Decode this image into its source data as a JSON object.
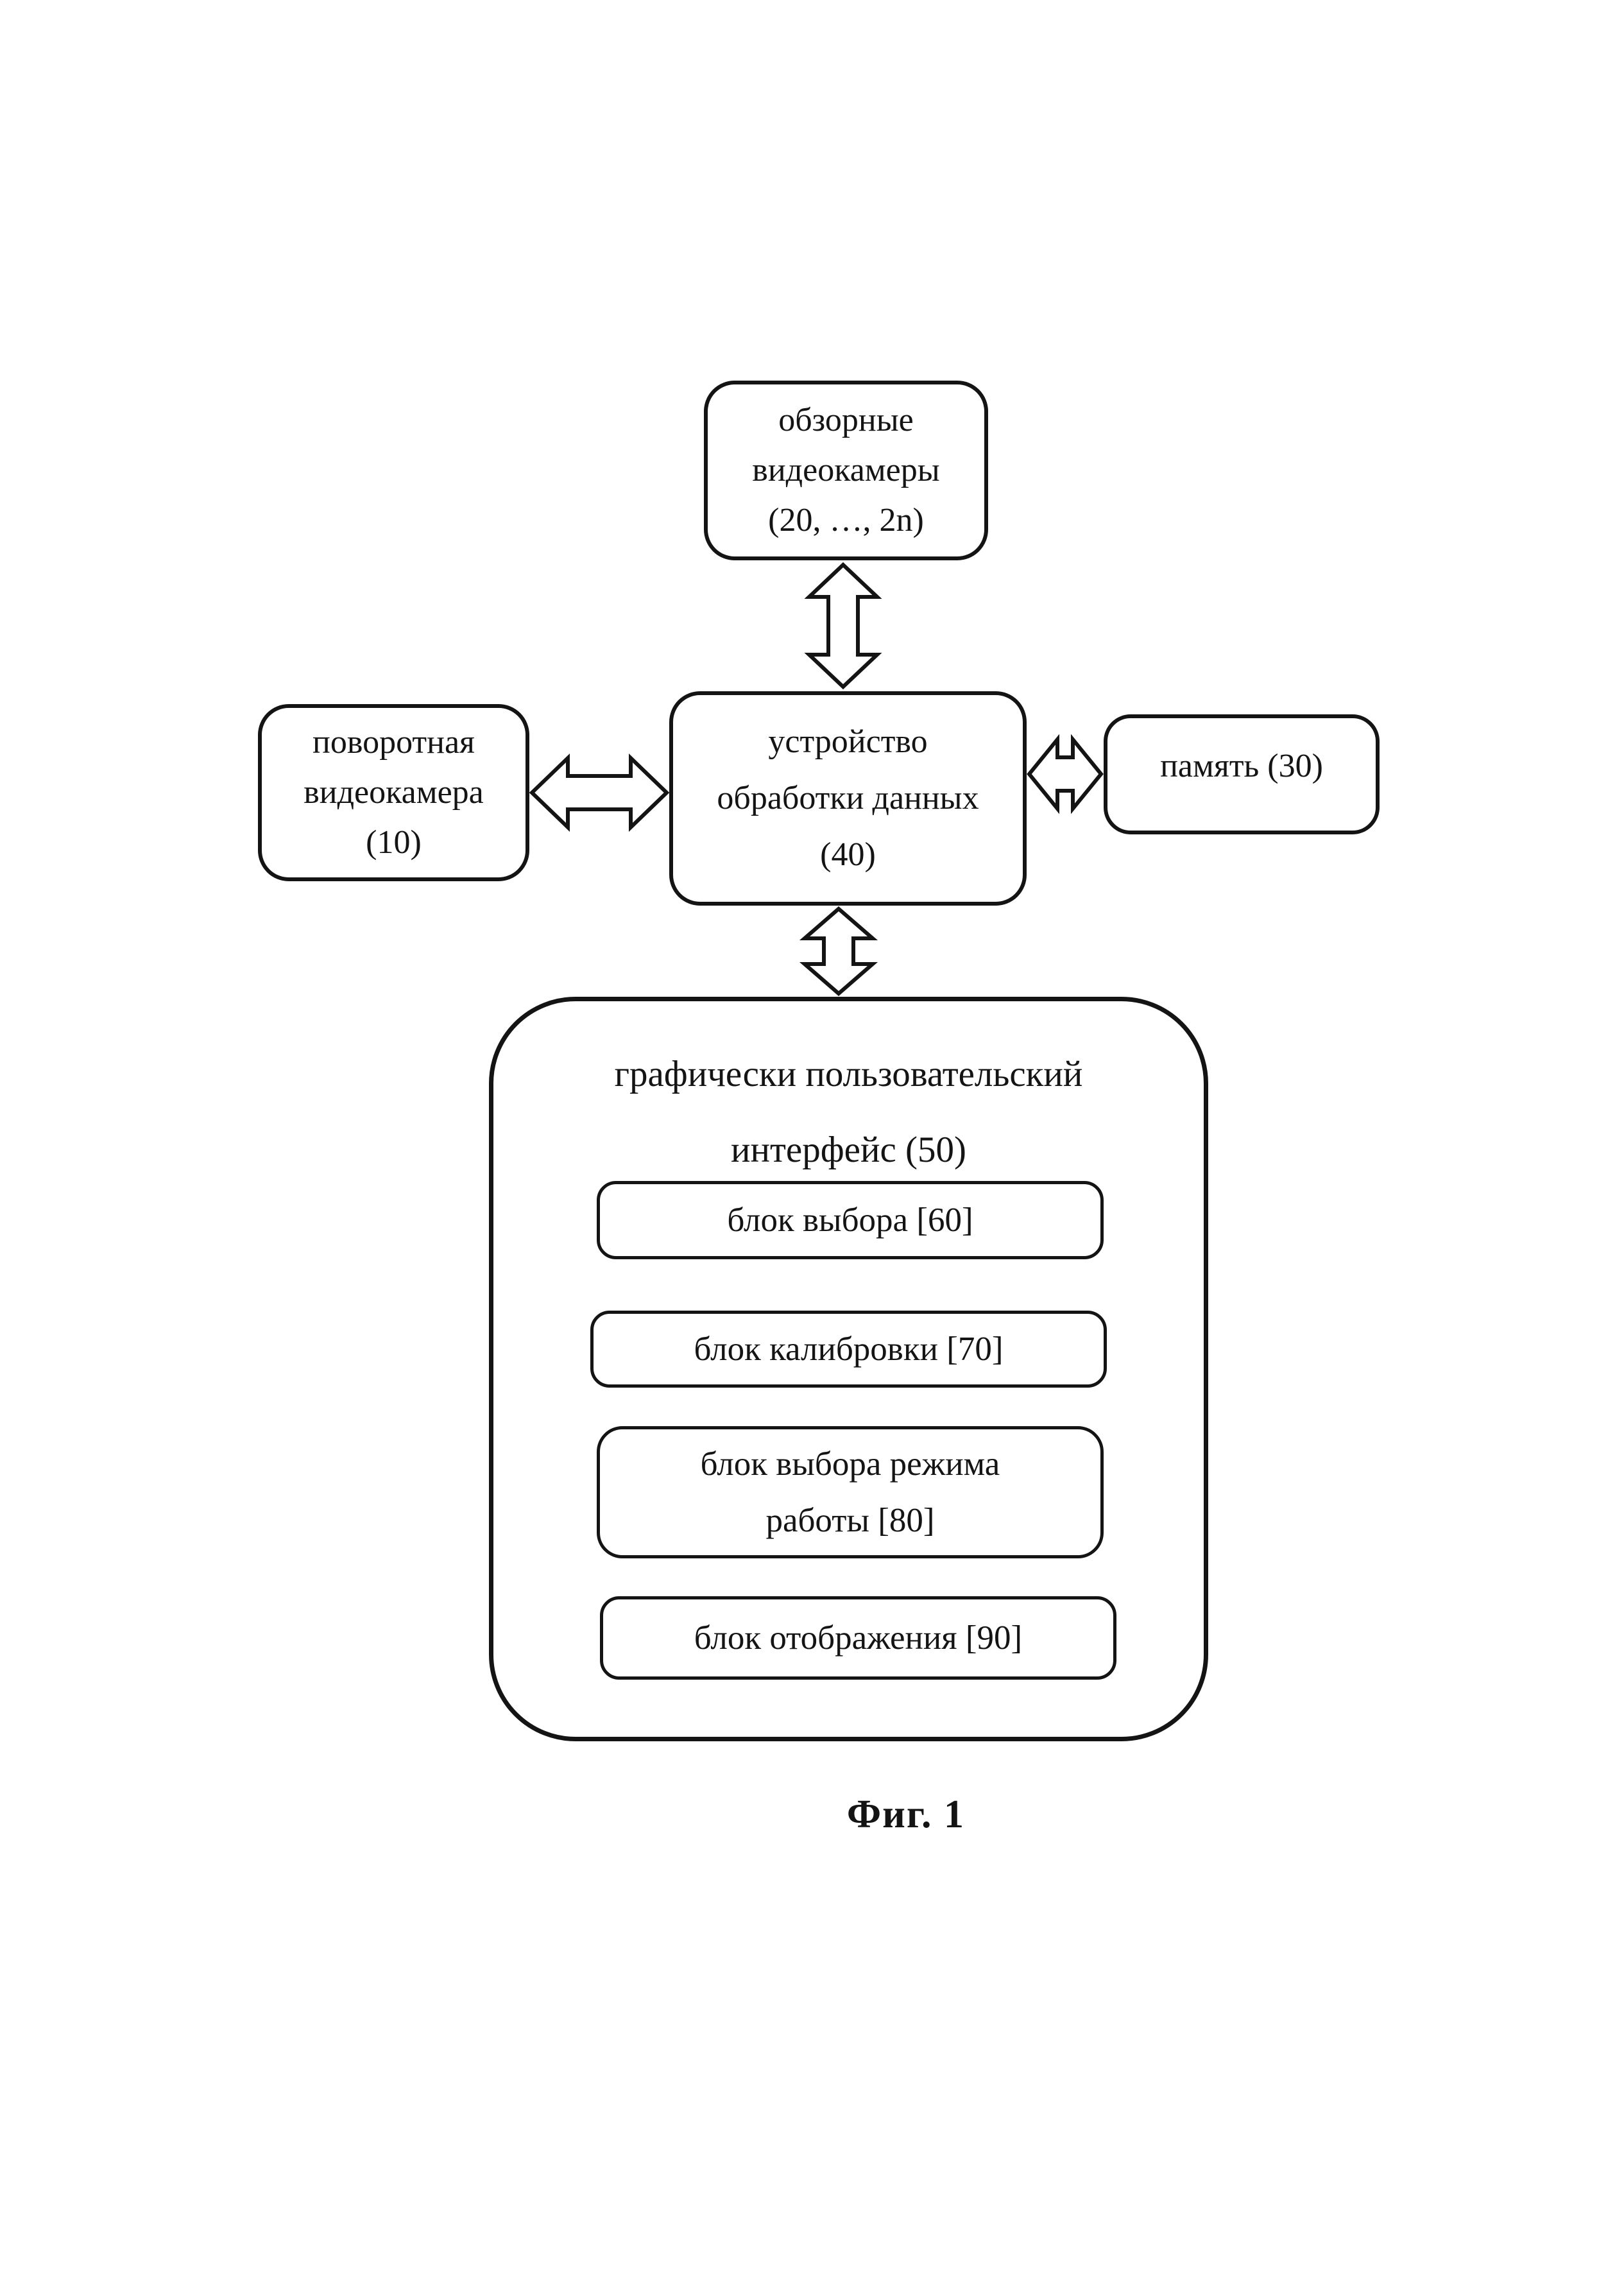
{
  "figure": {
    "caption": "Фиг. 1"
  },
  "colors": {
    "ink": "#141414",
    "paper": "#ffffff"
  },
  "nodes": {
    "overview_cameras": {
      "line1": "обзорные",
      "line2": "видеокамеры",
      "line3": "(20, …, 2n)"
    },
    "ptz_camera": {
      "line1": "поворотная",
      "line2": "видеокамера",
      "line3": "(10)"
    },
    "processing_device": {
      "line1": "устройство",
      "line2": "обработки данных",
      "line3": "(40)"
    },
    "memory": {
      "label": "память (30)"
    },
    "gui": {
      "title_line1": "графически пользовательский",
      "title_line2": "интерфейс (50)"
    },
    "blocks": {
      "selection": {
        "label": "блок выбора [60]"
      },
      "calibration": {
        "label": "блок калибровки [70]"
      },
      "mode": {
        "line1": "блок выбора режима",
        "line2": "работы [80]"
      },
      "display": {
        "label": "блок отображения [90]"
      }
    }
  },
  "connectors": {
    "top": "double-arrow-vertical",
    "bottom": "double-arrow-vertical",
    "left": "double-arrow-horizontal",
    "right": "double-arrow-horizontal"
  }
}
